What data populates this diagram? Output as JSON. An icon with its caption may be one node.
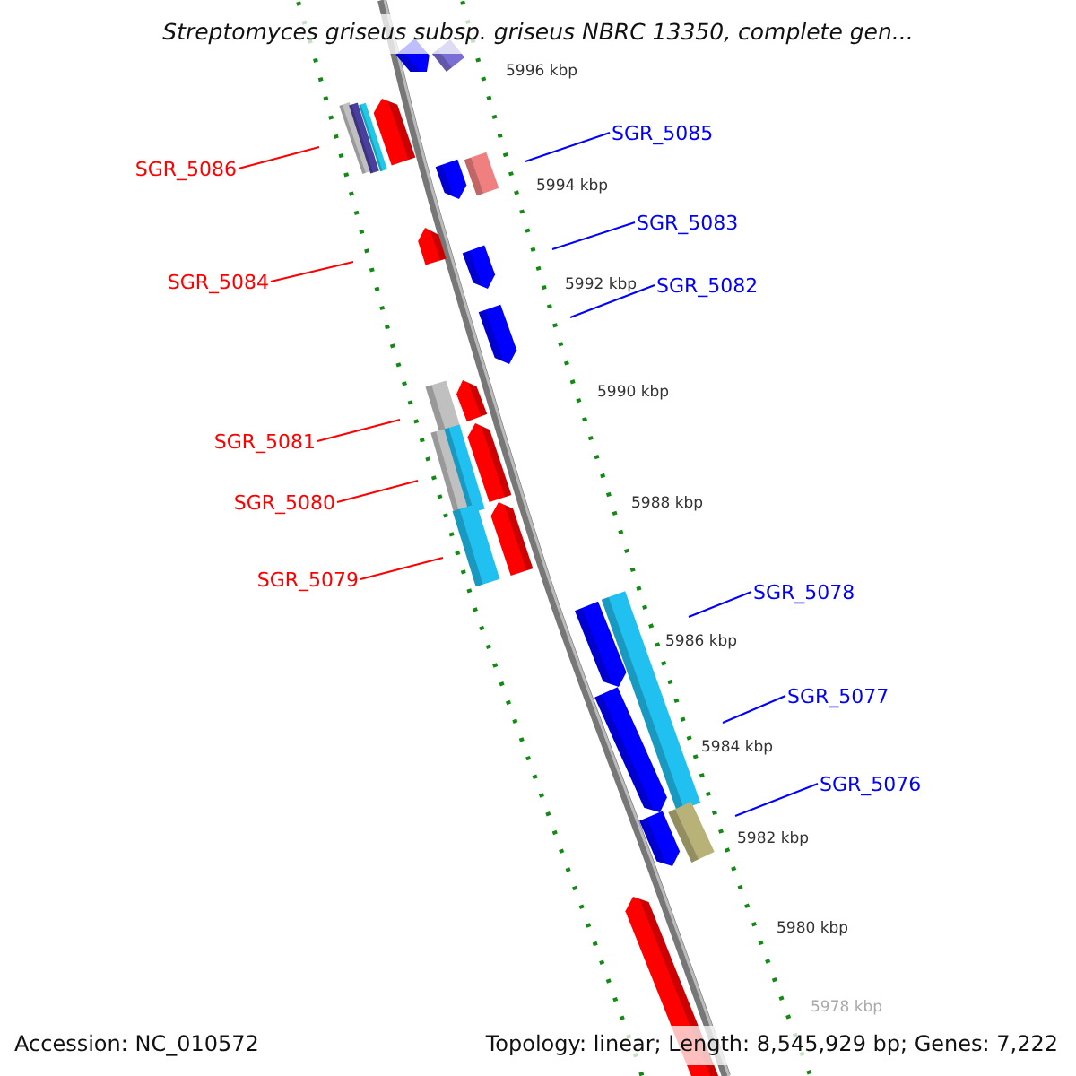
{
  "diagram": {
    "title": "Streptomyces griseus subsp. griseus NBRC 13350, complete gen...",
    "nodes": [
      {
        "text": [
          "SGR_5086"
        ]
      },
      {
        "text": [
          "SGR_5085"
        ]
      },
      {
        "text": [
          "SGR_5084"
        ]
      },
      {
        "text": [
          "SGR_5083"
        ]
      },
      {
        "text": [
          "SGR_5082"
        ]
      },
      {
        "text": [
          "SGR_5081"
        ]
      },
      {
        "text": [
          "SGR_5080"
        ]
      },
      {
        "text": [
          "SGR_5079"
        ]
      },
      {
        "text": [
          "SGR_5078"
        ]
      },
      {
        "text": [
          "SGR_5077"
        ]
      },
      {
        "text": [
          "SGR_5076"
        ]
      }
    ],
    "edges": [
      {
        "from": 0,
        "to": null,
        "arrow": "none",
        "color": "#ff0000"
      },
      {
        "from": 1,
        "to": null,
        "arrow": "none"
      },
      {
        "from": 2,
        "to": null,
        "arrow": "none",
        "color": "#ff0000"
      },
      {
        "from": 3,
        "to": null,
        "arrow": "none"
      },
      {
        "from": 4,
        "to": null,
        "arrow": "none"
      },
      {
        "from": 5,
        "to": null,
        "arrow": "none",
        "color": "#ff0000"
      },
      {
        "from": 6,
        "to": null,
        "arrow": "none",
        "color": "#ff0000"
      },
      {
        "from": 7,
        "to": null,
        "arrow": "none",
        "color": "#ff0000"
      },
      {
        "from": 8,
        "to": null,
        "arrow": "none"
      },
      {
        "from": 9,
        "to": null,
        "arrow": "none"
      },
      {
        "from": 10,
        "to": null,
        "arrow": "none"
      }
    ],
    "labels": [
      "5996 kbp",
      "5994 kbp",
      "5992 kbp",
      "5990 kbp",
      "5988 kbp",
      "5986 kbp",
      "5984 kbp",
      "5982 kbp",
      "5980 kbp",
      "5978 kbp",
      "Accession: NC_010572",
      "Topology: linear; Length: 8,545,929 bp; Genes: 7,222"
    ]
  }
}
